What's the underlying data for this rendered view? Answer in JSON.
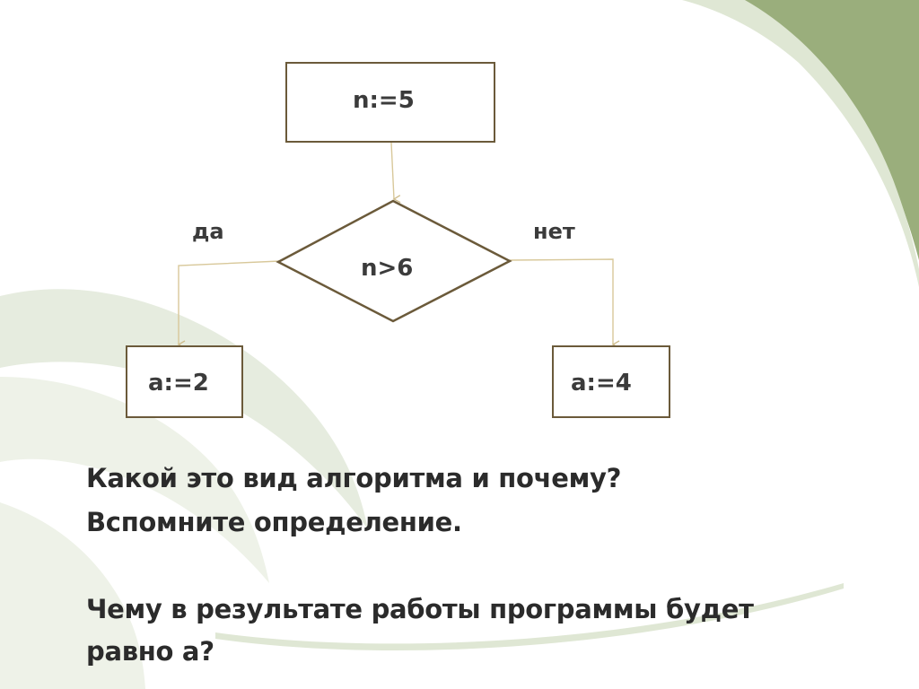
{
  "flowchart": {
    "start": {
      "text": "n:=5"
    },
    "condition": {
      "text": "n>6",
      "yes_label": "да",
      "no_label": "нет"
    },
    "yes_branch": {
      "text": "a:=2"
    },
    "no_branch": {
      "text": "a:=4"
    }
  },
  "questions": {
    "q1_line1": "Какой это вид алгоритма и почему?",
    "q1_line2": "Вспомните определение.",
    "q2_line1": "Чему в результате работы программы будет",
    "q2_line2": "равно а?"
  },
  "colors": {
    "box_border": "#6b5a3a",
    "connector": "#d8c89a",
    "accent_green": "#9aae7c",
    "accent_light": "#e8eee0"
  }
}
